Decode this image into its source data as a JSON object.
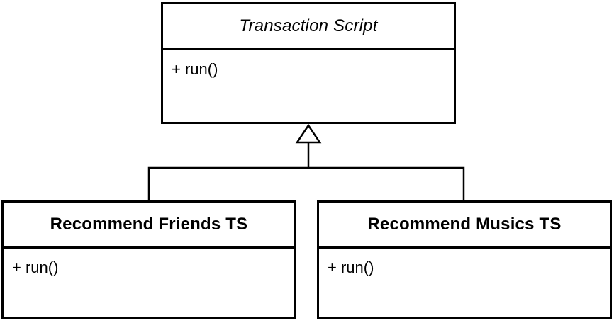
{
  "diagram": {
    "type": "uml-class-diagram",
    "background_color": "#ffffff",
    "stroke_color": "#000000",
    "box_fill_color": "#ffffff",
    "classes": [
      {
        "name": "Transaction Script",
        "name_style": "italic",
        "role": "abstract-superclass",
        "methods": [
          "+ run()"
        ]
      },
      {
        "name": "Recommend Friends TS",
        "name_style": "bold",
        "role": "subclass",
        "methods": [
          "+ run()"
        ]
      },
      {
        "name": "Recommend Musics TS",
        "name_style": "bold",
        "role": "subclass",
        "methods": [
          "+ run()"
        ]
      }
    ],
    "relationships": [
      {
        "type": "generalization",
        "from": "Recommend Friends TS",
        "to": "Transaction Script"
      },
      {
        "type": "generalization",
        "from": "Recommend Musics TS",
        "to": "Transaction Script"
      }
    ]
  }
}
